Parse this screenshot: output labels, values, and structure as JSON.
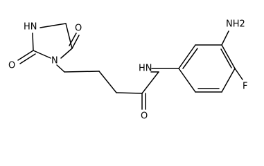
{
  "structure": {
    "atoms": {
      "amine_nh2": "NH2",
      "amide_nh": "HN",
      "fluorine": "F",
      "ring_nh": "HN",
      "ring_carbonyl_o_upper": "O",
      "ring_carbonyl_o_lower": "O",
      "amide_carbonyl_o": "O"
    }
  }
}
